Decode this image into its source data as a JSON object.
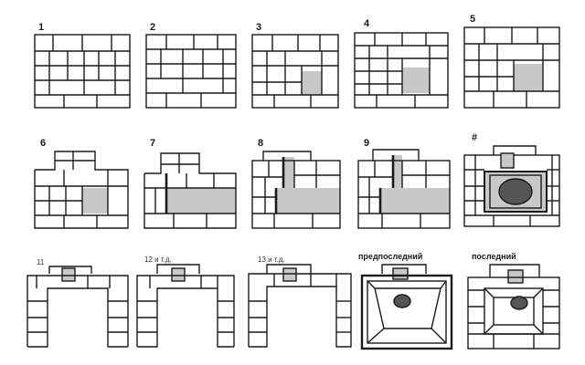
{
  "colors": {
    "line": "#1a1a1a",
    "fill_shade": "#c8c8c8",
    "fill_dark": "#555555",
    "background": "#ffffff"
  },
  "panels": [
    {
      "label": "1"
    },
    {
      "label": "2"
    },
    {
      "label": "3"
    },
    {
      "label": "4"
    },
    {
      "label": "5"
    },
    {
      "label": "6"
    },
    {
      "label": "7"
    },
    {
      "label": "8"
    },
    {
      "label": "9"
    },
    {
      "label": "#"
    },
    {
      "label": "11"
    },
    {
      "label": "12 и т.д."
    },
    {
      "label": "13 и т.д."
    },
    {
      "label": "предпоследний"
    },
    {
      "label": "последний"
    }
  ]
}
